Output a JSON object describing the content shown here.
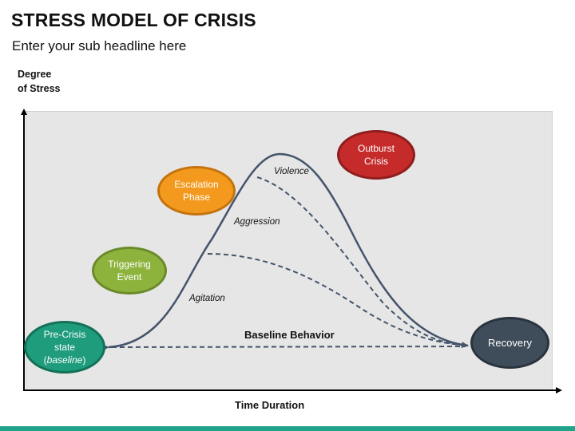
{
  "title": "STRESS MODEL OF CRISIS",
  "subtitle": "Enter your sub headline here",
  "axes": {
    "y_label_line1": "Degree",
    "y_label_line2": "of Stress",
    "x_label": "Time Duration"
  },
  "nodes": {
    "precrisis": {
      "line1": "Pre-Crisis",
      "line2": "state",
      "line3": "baseline",
      "color": "#1e9c7c"
    },
    "triggering": {
      "line1": "Triggering",
      "line2": "Event",
      "color": "#8db33d"
    },
    "escalation": {
      "line1": "Escalation",
      "line2": "Phase",
      "color": "#f39a1e"
    },
    "outburst": {
      "line1": "Outburst",
      "line2": "Crisis",
      "color": "#c52b2b"
    },
    "recovery": {
      "label": "Recovery",
      "color": "#3f4d5a"
    }
  },
  "curve_labels": {
    "violence": "Violence",
    "aggression": "Aggression",
    "agitation": "Agitation",
    "baseline": "Baseline Behavior"
  },
  "colors": {
    "curve": "#44546a",
    "accent_bar": "#1fa38a"
  }
}
